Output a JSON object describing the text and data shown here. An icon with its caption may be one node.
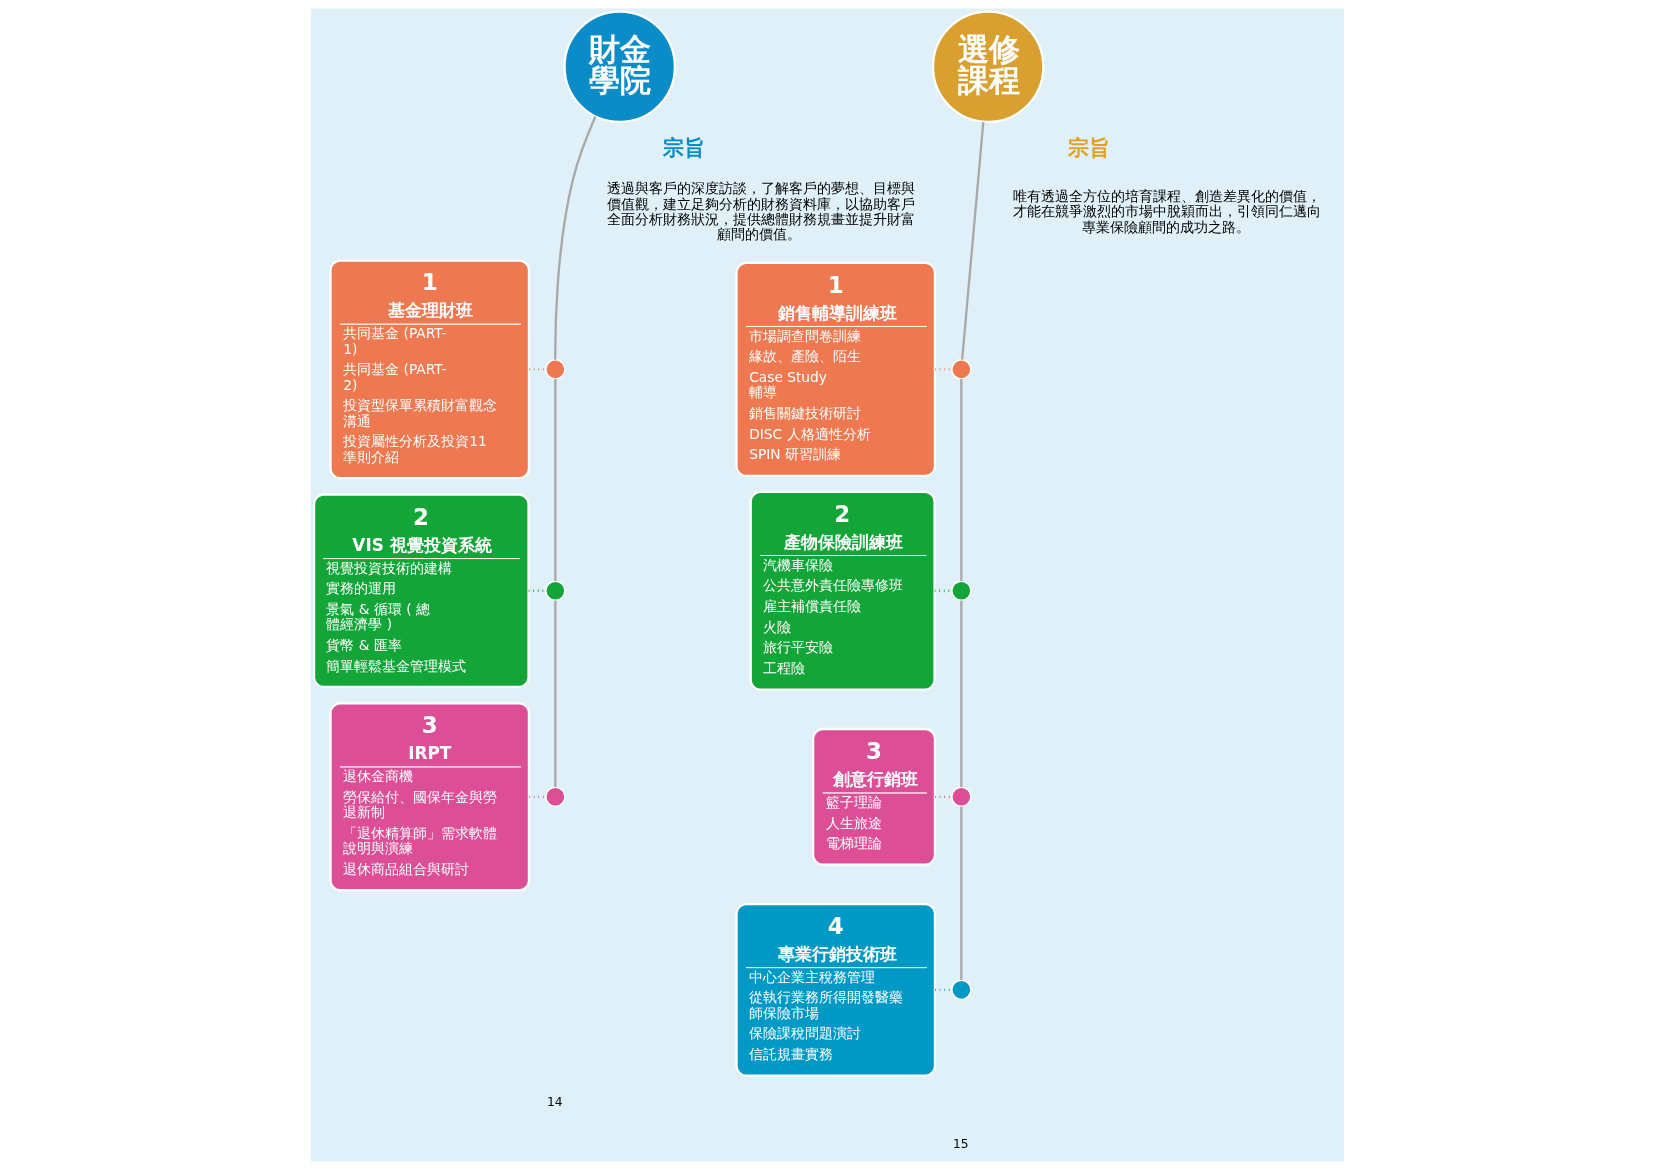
{
  "diagram": {
    "nodes": [
      {
        "text": [
          "財金學院"
        ]
      },
      {
        "text": [
          "1",
          "基金理財班",
          "共同基金 (PART-1)",
          "共同基金 (PART-2)",
          "投資型保單累積財富觀念溝通",
          "投資屬性分析及投資11準則介紹"
        ]
      },
      {
        "text": [],
        "shape": "circle"
      },
      {
        "text": [
          "2",
          "VIS 視覺投資系統",
          "視覺投資技術的建構",
          "實務的運用",
          "景氣 & 循環 ( 總體經濟學 )",
          "貨幣 & 匯率",
          "簡單輕鬆基金管理模式"
        ]
      },
      {
        "text": [],
        "shape": "circle"
      },
      {
        "text": [
          "3",
          "IRPT",
          "退休金商機",
          "勞保給付、國保年金與勞退新制",
          "「退休精算師」需求軟體說明與演練",
          "退休商品組合與研討"
        ]
      },
      {
        "text": [],
        "shape": "circle"
      },
      {
        "text": [
          "選修課程"
        ]
      },
      {
        "text": [
          "1",
          "銷售輔導訓練班",
          "市場調查問卷訓練",
          "緣故、產險、陌生",
          "Case Study 輔導",
          "銷售關鍵技術研討",
          "DISC 人格適性分析",
          "SPIN 研習訓練"
        ]
      },
      {
        "text": [],
        "shape": "circle"
      },
      {
        "text": [
          "2",
          "產物保險訓練班",
          "汽機車保險",
          "公共意外責任險專修班",
          "雇主補償責任險",
          "火險",
          "旅行平安險",
          "工程險"
        ]
      },
      {
        "text": [],
        "shape": "circle"
      },
      {
        "text": [
          "3",
          "創意行銷班",
          "籃子理論",
          "人生旅途",
          "電梯理論"
        ]
      },
      {
        "text": [],
        "shape": "circle"
      },
      {
        "text": [
          "4",
          "專業行銷技術班",
          "中心企業主稅務管理",
          "從執行業務所得開發醫藥師保險市場",
          "保險課稅問題演討",
          "信託規畫實務"
        ]
      },
      {
        "text": [],
        "shape": "circle"
      }
    ],
    "edges": [
      {
        "from": 0,
        "to": 2,
        "arrow": "none"
      },
      {
        "from": 2,
        "to": 4,
        "arrow": "none"
      },
      {
        "from": 4,
        "to": 6,
        "arrow": "none"
      },
      {
        "from": 1,
        "to": 2,
        "arrow": "none",
        "style": "dashed",
        "color": "#ee7850"
      },
      {
        "from": 3,
        "to": 4,
        "arrow": "none",
        "style": "dashed",
        "color": "#13a538"
      },
      {
        "from": 5,
        "to": 6,
        "arrow": "none",
        "style": "dashed",
        "color": "#dc4f96"
      },
      {
        "from": 7,
        "to": 9,
        "arrow": "none"
      },
      {
        "from": 9,
        "to": 11,
        "arrow": "none"
      },
      {
        "from": 11,
        "to": 13,
        "arrow": "none"
      },
      {
        "from": 13,
        "to": 15,
        "arrow": "none"
      },
      {
        "from": 8,
        "to": 9,
        "arrow": "none",
        "style": "dashed",
        "color": "#ee7850"
      },
      {
        "from": 10,
        "to": 11,
        "arrow": "none",
        "style": "dashed",
        "color": "#13a538"
      },
      {
        "from": 12,
        "to": 13,
        "arrow": "none",
        "style": "dashed",
        "color": "#dc4f96"
      },
      {
        "from": 14,
        "to": 15,
        "arrow": "none",
        "style": "dashed",
        "color": "#0099c6"
      }
    ],
    "labels": [
      "宗旨",
      "透過與客戶的深度訪談，了解客戶的夢想、目標與價值觀，建立足夠分析的財務資料庫，以協助客戶全面分析財務狀況，提供總體財務規畫並提升財富顧問的價值。",
      "宗旨",
      "唯有透過全方位的培育課程、創造差異化的價值，才能在競爭激烈的市場中脫穎而出，引領同仁邁向專業保險顧問的成功之路。",
      "14",
      "15"
    ]
  }
}
